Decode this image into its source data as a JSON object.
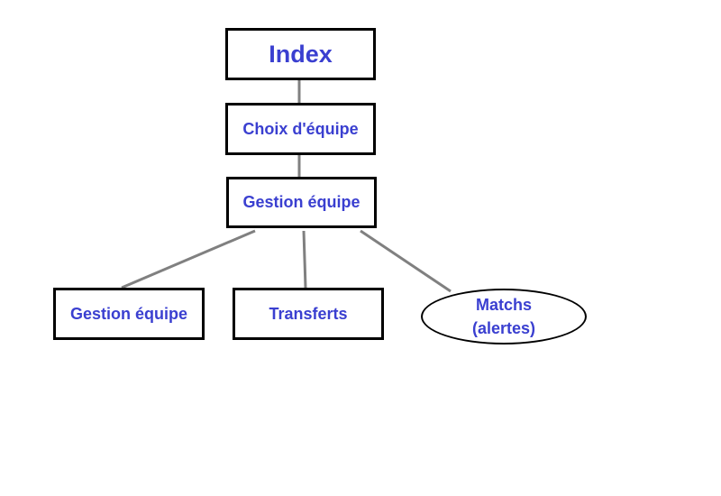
{
  "diagram": {
    "nodes": {
      "index": "Index",
      "choix": "Choix d'équipe",
      "gestion": "Gestion équipe",
      "gestion2": "Gestion équipe",
      "transferts": "Transferts",
      "matchs_line1": "Matchs",
      "matchs_line2": "(alertes)"
    },
    "colors": {
      "text": "#3a3fd0",
      "border": "#000000",
      "connector": "#808080"
    }
  }
}
